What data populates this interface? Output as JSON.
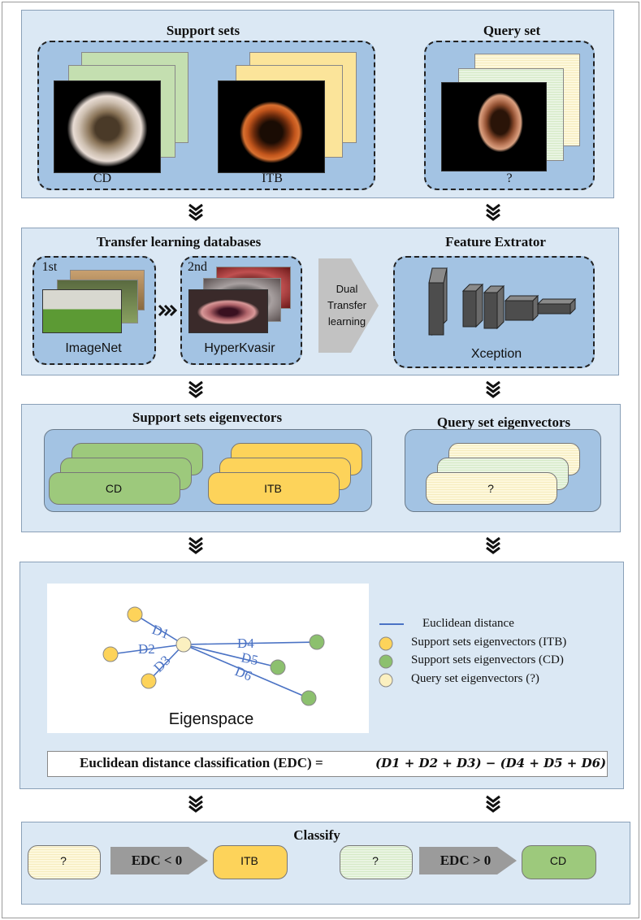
{
  "support_sets": {
    "title": "Support sets",
    "cd_label": "CD",
    "itb_label": "ITB"
  },
  "query_set": {
    "title": "Query set",
    "label": "?"
  },
  "transfer": {
    "title": "Transfer learning databases",
    "first_tag": "1st",
    "second_tag": "2nd",
    "imagenet_label": "ImageNet",
    "hyperkvasir_label": "HyperKvasir",
    "dual_label": "Dual Transfer learning"
  },
  "feature": {
    "title": "Feature Extrator",
    "model_label": "Xception"
  },
  "support_vectors": {
    "title": "Support sets eigenvectors",
    "cd_label": "CD",
    "itb_label": "ITB"
  },
  "query_vectors": {
    "title": "Query set eigenvectors",
    "label": "?"
  },
  "eigenspace": {
    "label": "Eigenspace",
    "distances": [
      "D1",
      "D2",
      "D3",
      "D4",
      "D5",
      "D6"
    ],
    "legend": [
      "Euclidean distance",
      "Support sets eigenvectors (ITB)",
      "Support sets eigenvectors (CD)",
      "Query set eigenvectors (?)"
    ]
  },
  "edc": {
    "label": "Euclidean distance classification (EDC) =",
    "formula": "(D1 + D2 + D3) − (D4 + D5 + D6)"
  },
  "classify": {
    "title": "Classify",
    "query_label": "?",
    "rule_itb": "EDC < 0",
    "result_itb": "ITB",
    "rule_cd": "EDC > 0",
    "result_cd": "CD"
  },
  "colors": {
    "panel": "#dbe8f4",
    "inner_blue": "#a3c3e3",
    "cd_green": "#9dc97c",
    "itb_yellow": "#fdd35a",
    "query_cream": "#fbf3c8",
    "line_blue": "#4a72c4"
  }
}
